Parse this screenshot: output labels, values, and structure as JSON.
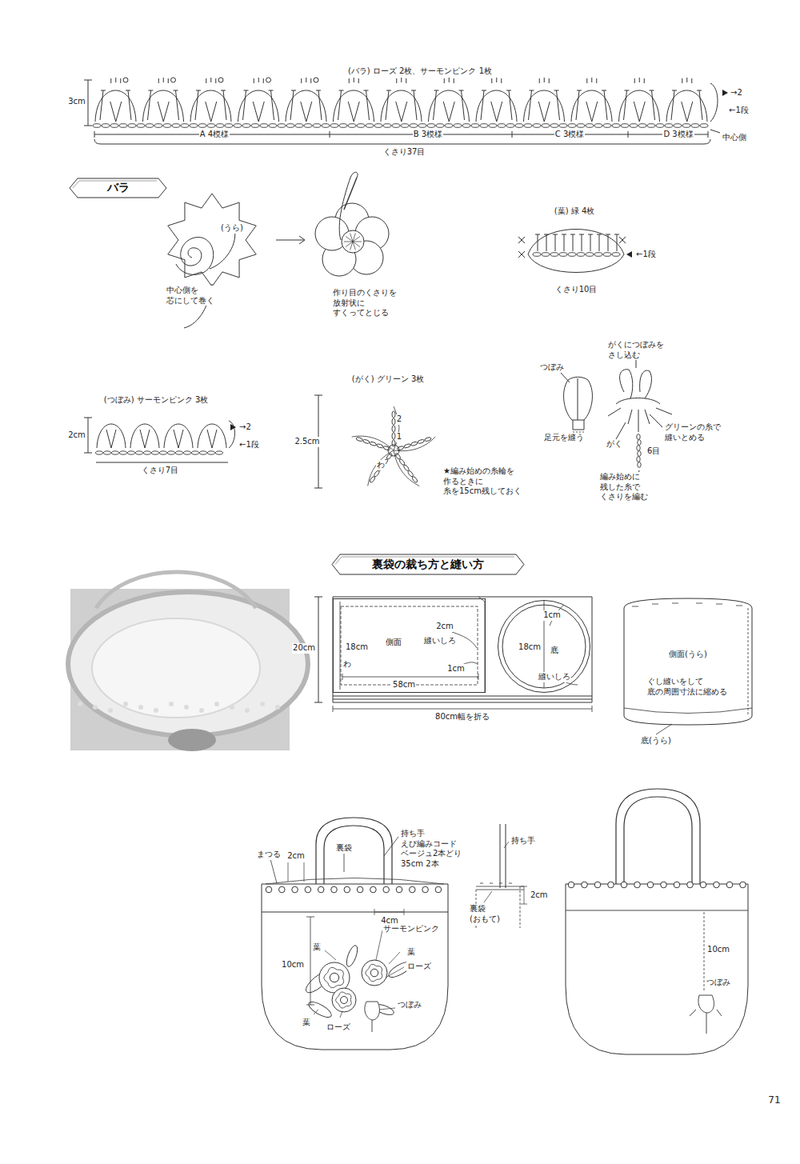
{
  "diagram": {
    "nodes": [
      {
        "text": [
          "バラ"
        ]
      },
      {
        "text": [
          "裏袋の裁ち方と縫い方"
        ]
      },
      {
        "text": [
          "側面"
        ]
      },
      {
        "text": [
          "底"
        ]
      }
    ],
    "labels": [
      "(バラ) ローズ 2枚、サーモンピンク 1枚",
      "3cm",
      "→2",
      "←1段",
      "A 4模様",
      "B 3模様",
      "C 3模様",
      "D 3模様",
      "中心側",
      "くさり37目",
      "(うら)",
      "中心側を 芯にして巻く",
      "作り目のくさりを 放射状に すくってとじる",
      "(葉) 緑 4枚",
      "←1段",
      "くさり10目",
      "(つぼみ) サーモンピンク 3枚",
      "→2",
      "←1段",
      "2cm",
      "くさり7目",
      "(がく) グリーン 3枚",
      "2.5cm",
      "2",
      "1",
      "わ",
      "★編み始めの糸輪を 作るときに 糸を15cm残しておく",
      "つぼみ",
      "足元を縫う",
      "がくにつぼみを さし込む",
      "グリーンの糸で 縫いとめる",
      "がく",
      "6目",
      "編み始めに 残した糸で くさりを編む",
      "20cm",
      "18cm",
      "わ",
      "2cm",
      "縫いしろ",
      "1cm",
      "58cm",
      "80cm幅を折る",
      "1cm",
      "18cm",
      "縫いしろ",
      "側面(うら)",
      "ぐし縫いをして 底の周囲寸法に縮める",
      "底(うら)",
      "持ち手 えび編みコード ベージュ2本どり 35cm 2本",
      "まつる",
      "2cm",
      "裏袋",
      "4cm",
      "サーモンピンク",
      "葉",
      "葉",
      "10cm",
      "ローズ",
      "つぼみ",
      "葉",
      "ローズ",
      "持ち手",
      "2cm",
      "裏袋 (おもて)",
      "10cm",
      "つぼみ",
      "71"
    ]
  }
}
